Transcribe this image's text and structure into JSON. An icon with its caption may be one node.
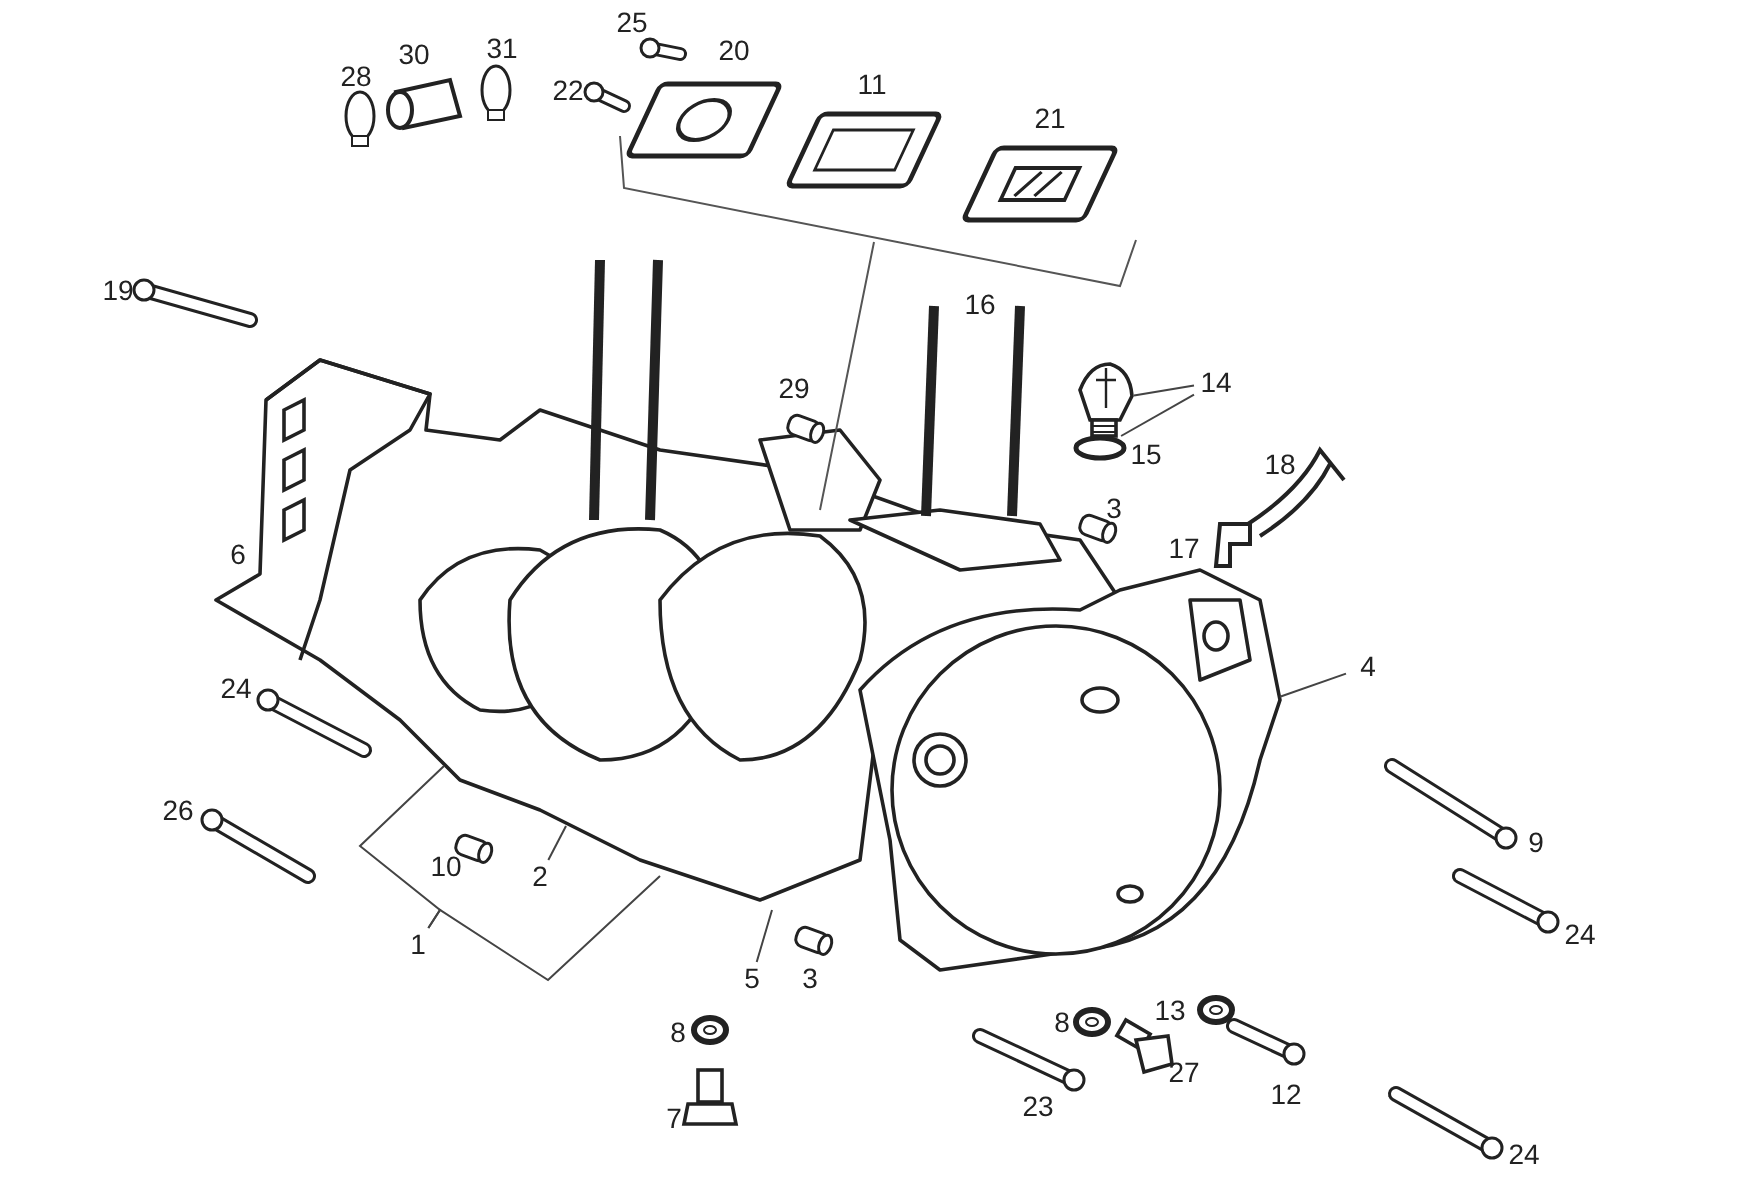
{
  "diagram": {
    "nodes": [
      {
        "text": [
          "1"
        ]
      },
      {
        "text": [
          "2"
        ]
      },
      {
        "text": [
          "4"
        ]
      },
      {
        "text": [
          "5"
        ]
      },
      {
        "text": [
          "14"
        ]
      },
      {
        "text": [],
        "shape": "picture"
      },
      {
        "text": [],
        "shape": "ring"
      },
      {
        "text": [],
        "shape": "picture"
      }
    ],
    "edges": [
      {
        "from": 0,
        "to": null,
        "arrow": "none"
      },
      {
        "from": 0,
        "to": null,
        "arrow": "none"
      },
      {
        "from": 1,
        "to": null,
        "arrow": "none"
      },
      {
        "from": 2,
        "to": 7,
        "arrow": "none"
      },
      {
        "from": 3,
        "to": null,
        "arrow": "none"
      },
      {
        "from": 4,
        "to": 5,
        "arrow": "none"
      },
      {
        "from": 4,
        "to": 6,
        "arrow": "none"
      }
    ],
    "labels": [
      "25",
      "28",
      "30",
      "31",
      "22",
      "20",
      "11",
      "21",
      "19",
      "16",
      "29",
      "15",
      "18",
      "3",
      "17",
      "6",
      "24",
      "26",
      "10",
      "9",
      "24",
      "3",
      "8",
      "13",
      "8",
      "27",
      "12",
      "23",
      "7",
      "24"
    ]
  }
}
